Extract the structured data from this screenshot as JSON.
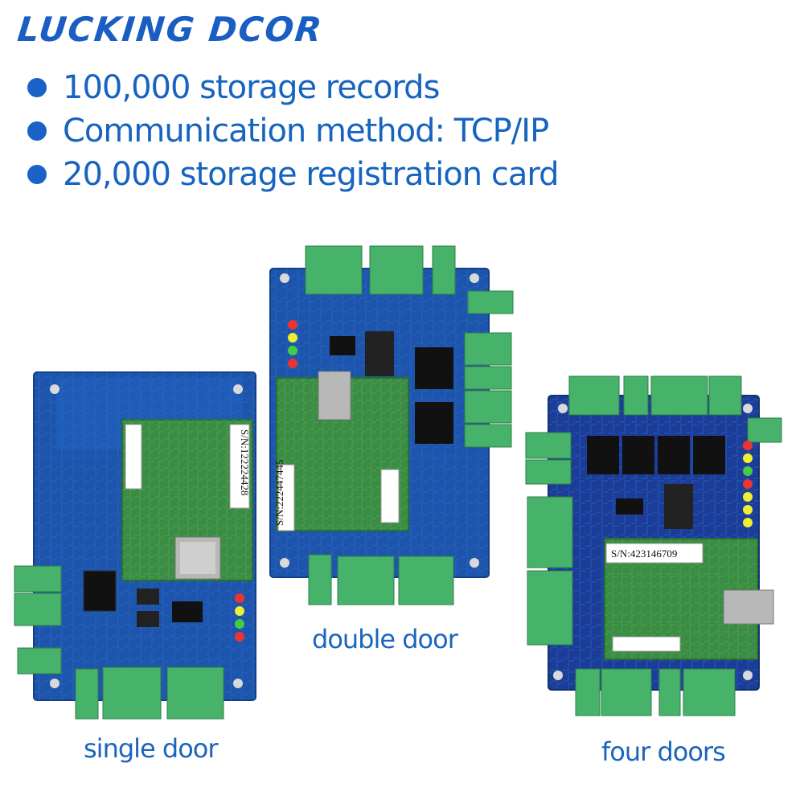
{
  "brand": "LUCKING DCOR",
  "features": [
    "100,000 storage records",
    "Communication method: TCP/IP",
    "20,000 storage registration card"
  ],
  "captions": {
    "single": "single door",
    "double": "double door",
    "four": "four doors"
  },
  "serials": {
    "single": "S/N:122224428",
    "double": "S/N:222447445",
    "four": "S/N:423146709"
  },
  "colors": {
    "brand_blue": "#1a5ec4",
    "board_blue": "#1c4fa6",
    "pcb_green": "#3a8d43",
    "terminal_green": "#47b36a"
  }
}
